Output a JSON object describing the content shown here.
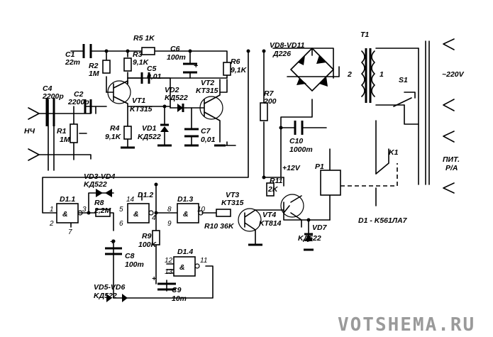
{
  "components": {
    "c1": [
      "C1",
      "22m"
    ],
    "r5": "R5 1K",
    "r2": [
      "R2",
      "1M"
    ],
    "r3": [
      "R3",
      "9,1K"
    ],
    "c5": [
      "C5",
      "0,01"
    ],
    "c6": [
      "C6",
      "100m"
    ],
    "r6": [
      "R6",
      "9,1K"
    ],
    "c4": [
      "C4",
      "2200p"
    ],
    "c2": [
      "C2",
      "2200p"
    ],
    "vt1": [
      "VT1",
      "KT315"
    ],
    "vd2": [
      "VD2",
      "KД522"
    ],
    "vt2": [
      "VT2",
      "KT315"
    ],
    "vd1": [
      "VD1",
      "KД522"
    ],
    "r4": [
      "R4",
      "9,1K"
    ],
    "c7": [
      "C7",
      "0,01"
    ],
    "r1": [
      "R1",
      "1M"
    ],
    "nch": "НЧ",
    "r7": [
      "R7",
      "200"
    ],
    "bridge": [
      "VD8-VD11",
      "Д226"
    ],
    "t1": "T1",
    "t1_pins": [
      "2",
      "1"
    ],
    "s1": "S1",
    "mains": "~220V",
    "c10": [
      "C10",
      "1000m"
    ],
    "plus12": "+12V",
    "p1": "P1",
    "k1": "K1",
    "pit": [
      "ПИТ.",
      "P/A"
    ],
    "vd34": [
      "VD3-VD4",
      "KД522"
    ],
    "r8": [
      "R8",
      "2,2M"
    ],
    "d11": "D1.1",
    "d12": "D1.2",
    "d13": "D1.3",
    "d14": "D1.4",
    "vt3": [
      "VT3",
      "KT315"
    ],
    "r11": [
      "R11",
      "2K"
    ],
    "vt4": [
      "VT4",
      "KT814"
    ],
    "r10": "R10 36K",
    "vd7": [
      "VD7",
      "KД522"
    ],
    "r9": [
      "R9",
      "100K"
    ],
    "c8": [
      "C8",
      "100m"
    ],
    "c9": [
      "C9",
      "10m"
    ],
    "vd56": [
      "VD5-VD6",
      "KД522"
    ],
    "d1note": "D1 - K561ЛA7",
    "pins": {
      "p1": "1",
      "p2": "2",
      "p3": "3",
      "p7": "7",
      "p5": "5",
      "p6": "6",
      "p14": "14",
      "p4": "4",
      "p8": "8",
      "p9": "9",
      "p10": "10",
      "p12": "12",
      "p13": "13",
      "p11": "11"
    },
    "gate": "&",
    "plus": "+"
  },
  "watermark": "VOTSHEMA.RU",
  "colors": {
    "ink": "#000000",
    "paper": "#ffffff",
    "watermark": "#9a9a9a"
  }
}
